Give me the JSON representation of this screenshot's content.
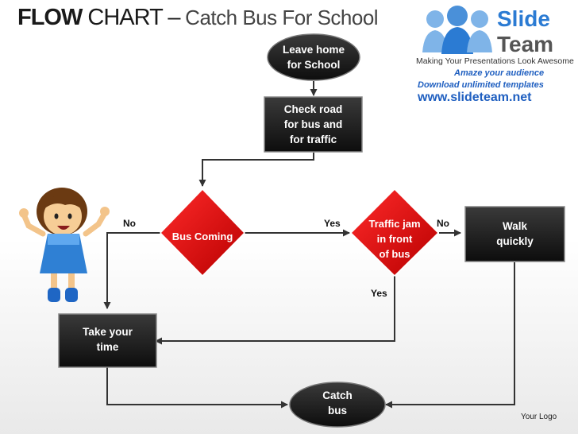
{
  "title": {
    "bold": "FLOW",
    "regular": " CHART",
    "dash": " –",
    "sub": " Catch Bus For School"
  },
  "nodes": {
    "leave_home": "Leave home\nfor School",
    "check_road": "Check  road\nfor bus and\nfor traffic",
    "bus_coming": "Bus Coming",
    "traffic_jam": "Traffic jam\nin front\nof bus",
    "walk_quickly": "Walk\nquickly",
    "take_your_time": "Take your\ntime",
    "catch_bus": "Catch\nbus"
  },
  "edge_labels": {
    "bus_no": "No",
    "bus_yes": "Yes",
    "traffic_no": "No",
    "traffic_yes": "Yes"
  },
  "logo": {
    "brand1": "Slide",
    "brand2": "Team",
    "tagline": "Making Your Presentations Look Awesome",
    "line1": "Amaze your audience",
    "line2": "Download unlimited templates",
    "url": "www.slideteam.net"
  },
  "footer_logo": "Your Logo",
  "colors": {
    "dark_box": "#1c1c1c",
    "red_diamond": "#e00000",
    "arrow": "#333333",
    "brand_blue": "#2b7bd3"
  }
}
